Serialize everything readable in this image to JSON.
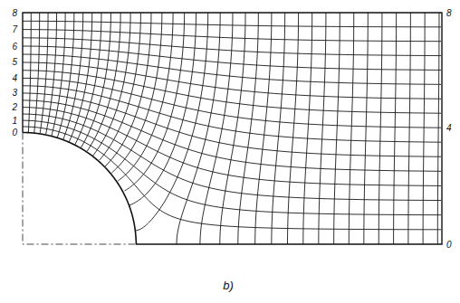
{
  "diagram": {
    "labels": [
      "8",
      "7",
      "6",
      "5",
      "4",
      "3",
      "2",
      "1",
      "0",
      "8",
      "4",
      "0",
      "b)"
    ]
  }
}
